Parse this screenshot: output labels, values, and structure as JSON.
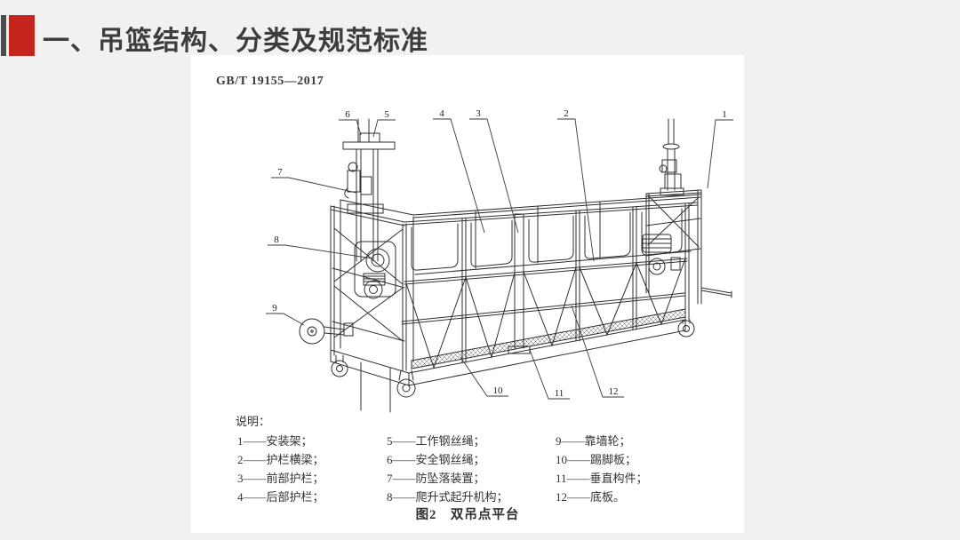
{
  "header": {
    "title": "一、吊篮结构、分类及规范标准"
  },
  "colors": {
    "background": "#f1f1f2",
    "accent_red": "#c4261d",
    "accent_dark": "#4d4d4d",
    "title_text": "#3d3d3d",
    "line_work": "#2f2f2f"
  },
  "figure": {
    "standard_ref": "GB/T 19155—2017",
    "caption": "图2　双吊点平台",
    "legend_title": "说明：",
    "legend": {
      "col1": [
        "1——安装架；",
        "2——护栏横梁；",
        "3——前部护栏；",
        "4——后部护栏；"
      ],
      "col2": [
        "5——工作钢丝绳；",
        "6——安全钢丝绳；",
        "7——防坠落装置；",
        "8——爬升式起升机构；"
      ],
      "col3": [
        "9——靠墙轮；",
        "10——踢脚板；",
        "11——垂直构件；",
        "12——底板。"
      ]
    },
    "callouts": [
      "1",
      "2",
      "3",
      "4",
      "5",
      "6",
      "7",
      "8",
      "9",
      "10",
      "11",
      "12"
    ]
  }
}
